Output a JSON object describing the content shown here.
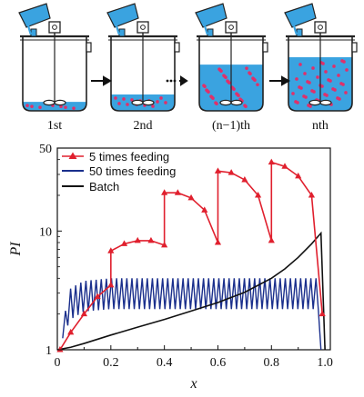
{
  "stages": {
    "labels": [
      "1st",
      "2nd",
      "(n−1)th",
      "nth"
    ],
    "liquid_levels": [
      0.12,
      0.22,
      0.62,
      0.72
    ]
  },
  "colors": {
    "liquid": "#3aa3e0",
    "particle": "#e0306a",
    "tank_outline": "#222222",
    "five_feeding": "#e0202e",
    "fifty_feeding": "#1a2f8c",
    "batch": "#111111"
  },
  "chart_data": {
    "type": "line",
    "title": "",
    "xlabel": "x",
    "ylabel": "PI",
    "xlim": [
      0,
      1.02
    ],
    "ylim": [
      1,
      50
    ],
    "y_scale": "log",
    "x_ticks": [
      "0",
      "0.2",
      "0.4",
      "0.6",
      "0.8",
      "1.0"
    ],
    "y_ticks": [
      "1",
      "10",
      "50"
    ],
    "legend_position": "top-left",
    "series": [
      {
        "name": "5 times feeding",
        "marker": "triangle",
        "color": "#e0202e",
        "segments": [
          {
            "x": [
              0.01,
              0.05,
              0.1,
              0.15,
              0.2
            ],
            "y": [
              1.0,
              1.4,
              2.0,
              2.8,
              3.5
            ]
          },
          {
            "x": [
              0.2,
              0.25,
              0.3,
              0.35,
              0.4
            ],
            "y": [
              6.8,
              7.8,
              8.3,
              8.3,
              7.6
            ]
          },
          {
            "x": [
              0.4,
              0.45,
              0.5,
              0.55,
              0.6
            ],
            "y": [
              21.0,
              21.0,
              19.0,
              15.0,
              8.0
            ]
          },
          {
            "x": [
              0.6,
              0.65,
              0.7,
              0.75,
              0.8
            ],
            "y": [
              32.0,
              31.0,
              27.0,
              20.0,
              8.3
            ]
          },
          {
            "x": [
              0.8,
              0.85,
              0.9,
              0.95,
              0.99
            ],
            "y": [
              38.0,
              35.0,
              29.0,
              20.0,
              2.0
            ]
          }
        ]
      },
      {
        "name": "50 times feeding",
        "color": "#1a2f8c",
        "feeds": 50,
        "x_start": 0.02,
        "x_end": 0.975,
        "upper_envelope": [
          [
            0.02,
            1.5
          ],
          [
            0.05,
            3.3
          ],
          [
            0.1,
            3.8
          ],
          [
            0.2,
            4.0
          ],
          [
            0.5,
            4.0
          ],
          [
            0.9,
            4.0
          ],
          [
            0.975,
            4.0
          ]
        ],
        "lower_envelope": [
          [
            0.02,
            1.25
          ],
          [
            0.05,
            1.8
          ],
          [
            0.1,
            2.1
          ],
          [
            0.2,
            2.2
          ],
          [
            0.5,
            2.2
          ],
          [
            0.9,
            2.2
          ],
          [
            0.975,
            2.2
          ]
        ]
      },
      {
        "name": "Batch",
        "color": "#111111",
        "x": [
          0.0,
          0.05,
          0.1,
          0.2,
          0.3,
          0.4,
          0.5,
          0.6,
          0.7,
          0.8,
          0.85,
          0.9,
          0.95,
          0.985,
          1.0
        ],
        "y": [
          1.0,
          1.05,
          1.13,
          1.33,
          1.55,
          1.8,
          2.12,
          2.5,
          3.05,
          4.0,
          4.8,
          6.0,
          7.8,
          9.6,
          1.0
        ]
      }
    ]
  }
}
